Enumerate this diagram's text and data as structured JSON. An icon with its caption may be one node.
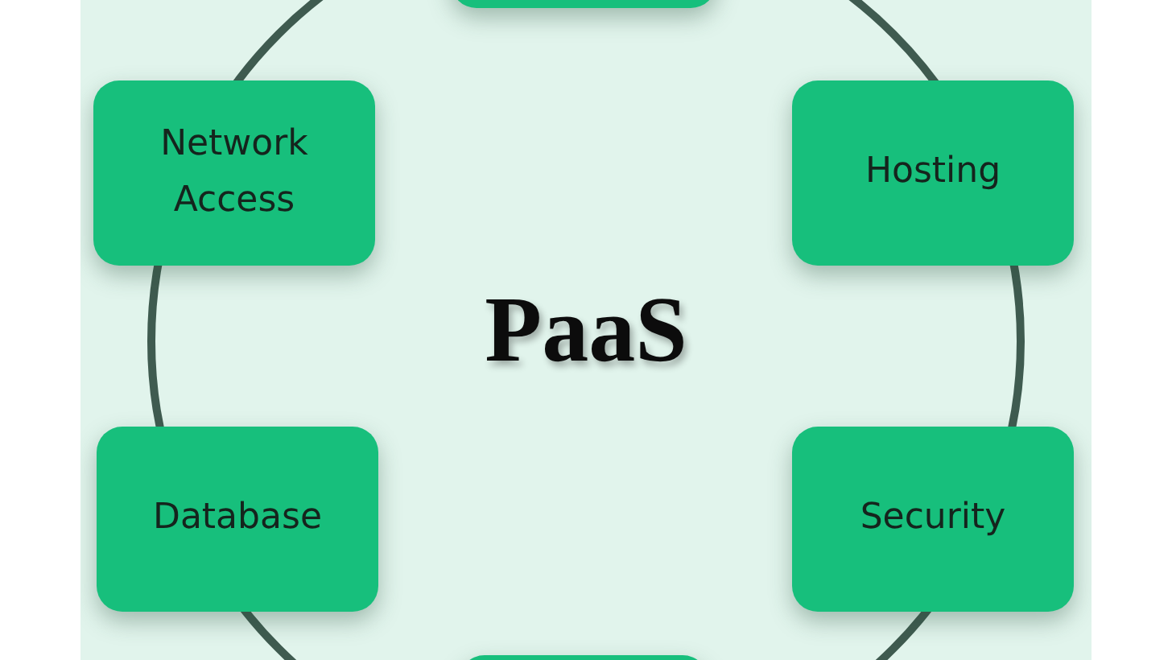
{
  "diagram": {
    "nodes": [
      {
        "text": [],
        "shape": "box"
      },
      {
        "text": [
          "Network Access"
        ]
      },
      {
        "text": [
          "Hosting"
        ]
      },
      {
        "text": [
          "Database"
        ]
      },
      {
        "text": [
          "Security"
        ]
      },
      {
        "text": [],
        "shape": "box"
      }
    ],
    "labels": [
      "PaaS"
    ]
  }
}
